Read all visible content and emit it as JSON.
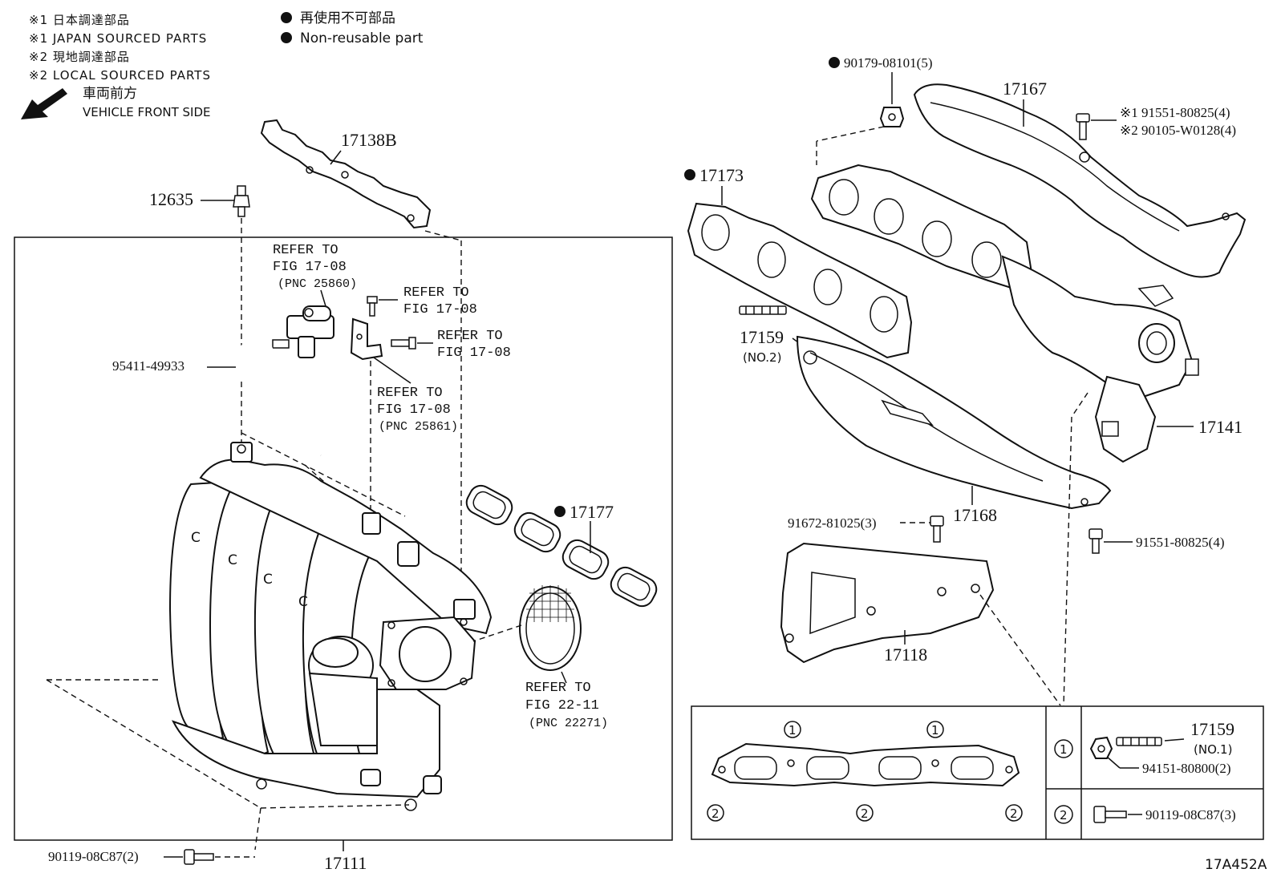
{
  "legend": {
    "note1_jp": "※1 日本調達部品",
    "note1_en": "※1 JAPAN SOURCED PARTS",
    "note2_jp": "※2 現地調達部品",
    "note2_en": "※2 LOCAL SOURCED PARTS",
    "front_jp": "車両前方",
    "front_en": "VEHICLE FRONT SIDE",
    "nonreusable_jp": "再使用不可部品",
    "nonreusable_en": "Non-reusable part"
  },
  "parts": {
    "p17138B": "17138B",
    "p12635": "12635",
    "p95411": "95411-49933",
    "p17177": "17177",
    "p17111": "17111",
    "p90119_2": "90119-08C87(2)",
    "p90179": "90179-08101(5)",
    "p17167": "17167",
    "p91551_1": "※1 91551-80825(4)",
    "p90105_2": "※2 90105-W0128(4)",
    "p17173": "17173",
    "p17159": "17159",
    "p17159_no2": "(NO.2)",
    "p17141": "17141",
    "p91672": "91672-81025(3)",
    "p17168": "17168",
    "p91551_b": "91551-80825(4)",
    "p17118": "17118"
  },
  "refs": {
    "r1": {
      "a": "REFER TO",
      "b": "FIG 17-08",
      "c": "(PNC 25860)"
    },
    "r2": {
      "a": "REFER TO",
      "b": "FIG 17-08"
    },
    "r3": {
      "a": "REFER TO",
      "b": "FIG 17-08"
    },
    "r4": {
      "a": "REFER TO",
      "b": "FIG 17-08",
      "c": "(PNC 25861)"
    },
    "r5": {
      "a": "REFER TO",
      "b": "FIG 22-11",
      "c": "(PNC 22271)"
    }
  },
  "detail": {
    "num1": "1",
    "num2": "2",
    "stud": "17159",
    "stud_no": "(NO.1)",
    "nut": "94151-80800(2)",
    "bolt": "90119-08C87(3)"
  },
  "figure_code": "17A452A"
}
